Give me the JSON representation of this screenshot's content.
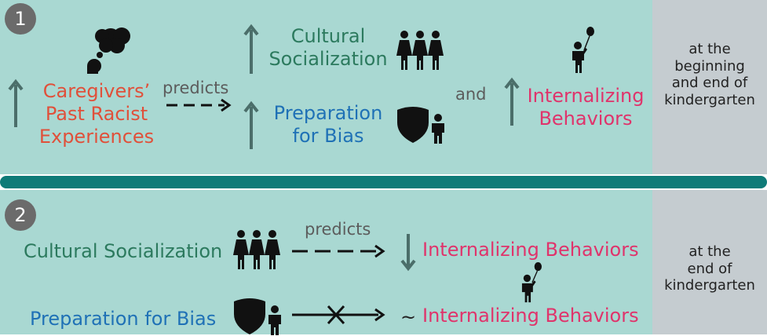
{
  "panel1": {
    "badge": "1",
    "caregivers": [
      "Caregivers’",
      "Past Racist",
      "Experiences"
    ],
    "predicts": "predicts",
    "cultural": [
      "Cultural",
      "Socialization"
    ],
    "preparation": [
      "Preparation",
      "for Bias"
    ],
    "and": "and",
    "internalizing": [
      "Internalizing",
      "Behaviors"
    ],
    "timing": [
      "at the",
      "beginning",
      "and end of",
      "kindergarten"
    ]
  },
  "panel2": {
    "badge": "2",
    "cultural": "Cultural Socialization",
    "predicts": "predicts",
    "internalizing_top": "Internalizing Behaviors",
    "preparation": "Preparation for Bias",
    "tilde": "~",
    "internalizing_bottom": "Internalizing Behaviors",
    "timing": [
      "at the",
      "end of",
      "kindergarten"
    ]
  },
  "colors": {
    "panel_bg": "#a9d8d2",
    "side_bg": "#c5ccd0",
    "divider": "#0f7b78",
    "red": "#e0503a",
    "green": "#2c7a5e",
    "blue": "#1f71b6",
    "pink": "#e0336b"
  },
  "icons": [
    "thought-bubble-icon",
    "group-of-women-icon",
    "shield-child-icon",
    "child-with-balloon-icon",
    "up-arrow-icon",
    "down-arrow-icon",
    "dashed-arrow-icon",
    "crossed-arrow-icon"
  ]
}
